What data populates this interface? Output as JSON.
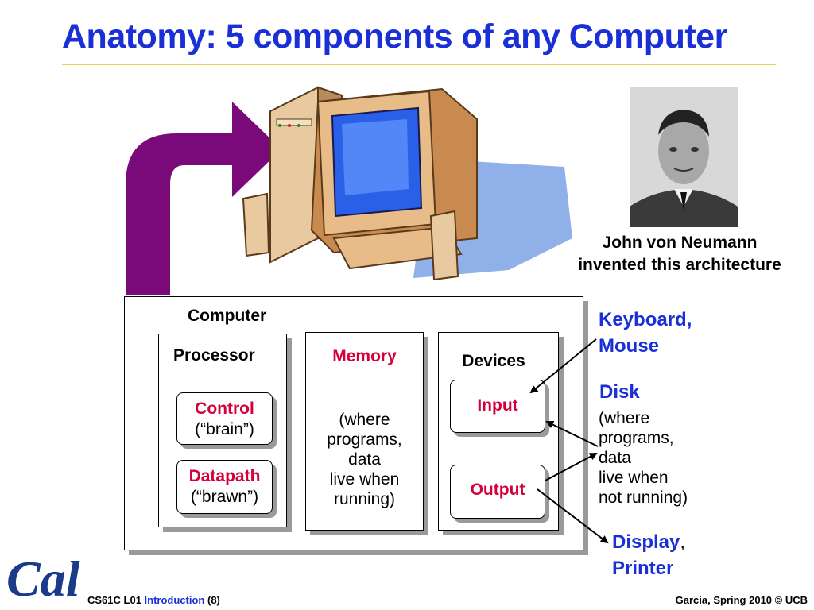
{
  "title": "Anatomy: 5 components of any Computer",
  "portrait": {
    "caption_line1": "John von Neumann",
    "caption_line2": "invented this architecture"
  },
  "computer": {
    "label": "Computer",
    "processor": {
      "label": "Processor",
      "control": {
        "title": "Control",
        "subtitle": "(“brain”)"
      },
      "datapath": {
        "title": "Datapath",
        "subtitle": "(“brawn”)"
      }
    },
    "memory": {
      "label": "Memory",
      "text": [
        "(where",
        "programs,",
        "data",
        "live when",
        "running)"
      ]
    },
    "devices": {
      "label": "Devices",
      "input": "Input",
      "output": "Output"
    }
  },
  "external": {
    "keyboard": [
      "Keyboard,",
      "Mouse"
    ],
    "disk": {
      "label": "Disk",
      "text": [
        "(where",
        "programs,",
        "data",
        "live when",
        "not running)"
      ]
    },
    "display": {
      "label": "Display",
      "comma": ",",
      "line2": "Printer"
    }
  },
  "footer": {
    "course": "CS61C L01",
    "topic": "Introduction",
    "slide": "(8)",
    "credit": "Garcia, Spring 2010 © UCB"
  },
  "colors": {
    "title": "#1a2fd6",
    "accent_red": "#d4003a",
    "arrow_purple": "#7a0a7a"
  }
}
